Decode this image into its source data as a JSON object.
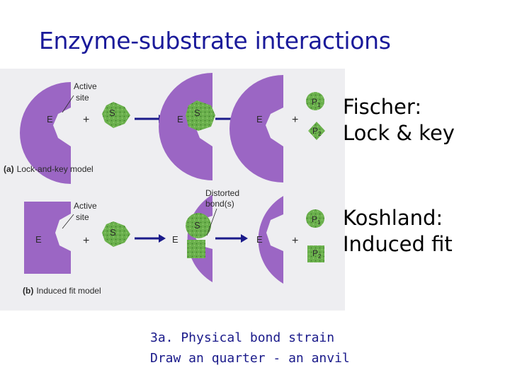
{
  "slide": {
    "title": "Enzyme-substrate interactions",
    "lock_key_label": "Fischer:\nLock & key",
    "induced_fit_label": "Koshland:\nInduced fit",
    "note": "3a. Physical bond strain\nDraw an quarter - an anvil"
  },
  "figure": {
    "enzyme_letter": "E",
    "substrate_letter": "S",
    "product1_letter": "P",
    "product1_sub": "1",
    "product2_letter": "P",
    "product2_sub": "2",
    "plus_sign": "+",
    "active_site_label": "Active\nsite",
    "distorted_label": "Distorted\nbond(s)",
    "panel_a_letter": "(a)",
    "panel_a_caption": "Lock-and-key model",
    "panel_b_letter": "(b)",
    "panel_b_caption": "Induced fit model",
    "colors": {
      "enzyme": "#9b66c4",
      "substrate": "#6ab04c",
      "arrow": "#1a1a8a",
      "text": "#2a2a2a"
    }
  }
}
